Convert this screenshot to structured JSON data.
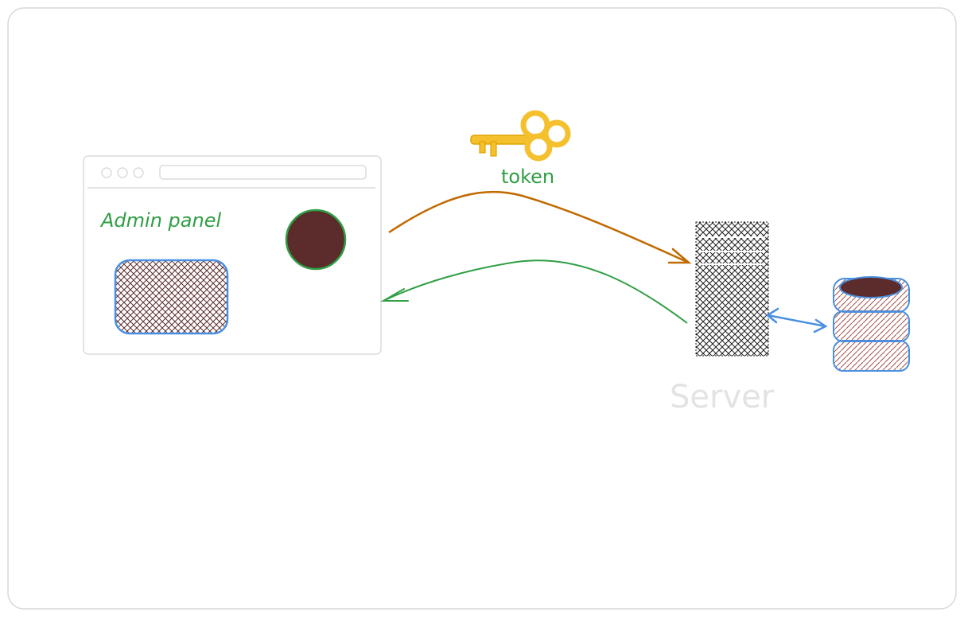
{
  "labels": {
    "admin_panel": "Admin panel",
    "token": "token",
    "server": "Server"
  },
  "colors": {
    "canvas_border": "#d9d9d9",
    "browser_outline": "#dcdcdc",
    "label_green": "#2f9e44",
    "request_arrow": "#c06a00",
    "response_arrow": "#2f9e44",
    "avatar_fill": "#5c2b2b",
    "hatch_fill": "#5c2b2b",
    "blue_outline": "#4a90e2",
    "server_hatch": "#1e1e1e",
    "server_label": "#e3e3e3",
    "key_gold": "#f5c02e"
  },
  "icons": {
    "key": "key-icon",
    "database": "database-icon",
    "server": "server-icon"
  }
}
